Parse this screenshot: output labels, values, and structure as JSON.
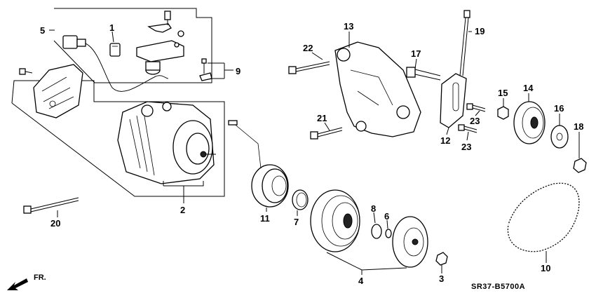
{
  "callouts": [
    {
      "id": "1",
      "label": "1"
    },
    {
      "id": "2",
      "label": "2"
    },
    {
      "id": "3",
      "label": "3"
    },
    {
      "id": "4",
      "label": "4"
    },
    {
      "id": "5",
      "label": "5"
    },
    {
      "id": "6",
      "label": "6"
    },
    {
      "id": "7",
      "label": "7"
    },
    {
      "id": "8",
      "label": "8"
    },
    {
      "id": "9",
      "label": "9"
    },
    {
      "id": "10",
      "label": "10"
    },
    {
      "id": "11",
      "label": "11"
    },
    {
      "id": "12",
      "label": "12"
    },
    {
      "id": "13",
      "label": "13"
    },
    {
      "id": "14",
      "label": "14"
    },
    {
      "id": "15",
      "label": "15"
    },
    {
      "id": "16",
      "label": "16"
    },
    {
      "id": "17",
      "label": "17"
    },
    {
      "id": "18",
      "label": "18"
    },
    {
      "id": "19",
      "label": "19"
    },
    {
      "id": "20",
      "label": "20"
    },
    {
      "id": "21",
      "label": "21"
    },
    {
      "id": "22",
      "label": "22"
    },
    {
      "id": "23a",
      "label": "23"
    },
    {
      "id": "23b",
      "label": "23"
    }
  ],
  "diagram_code": "SR37-B5700A",
  "direction_label": "FR."
}
